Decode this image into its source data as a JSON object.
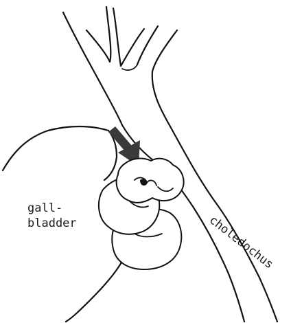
{
  "labels": {
    "gallbladder_line1": "gall-",
    "gallbladder_line2": "bladder",
    "choledochus": "choledochus"
  },
  "colors": {
    "ink": "#111111",
    "arrow": "#3a3a3a",
    "background": "#ffffff"
  }
}
